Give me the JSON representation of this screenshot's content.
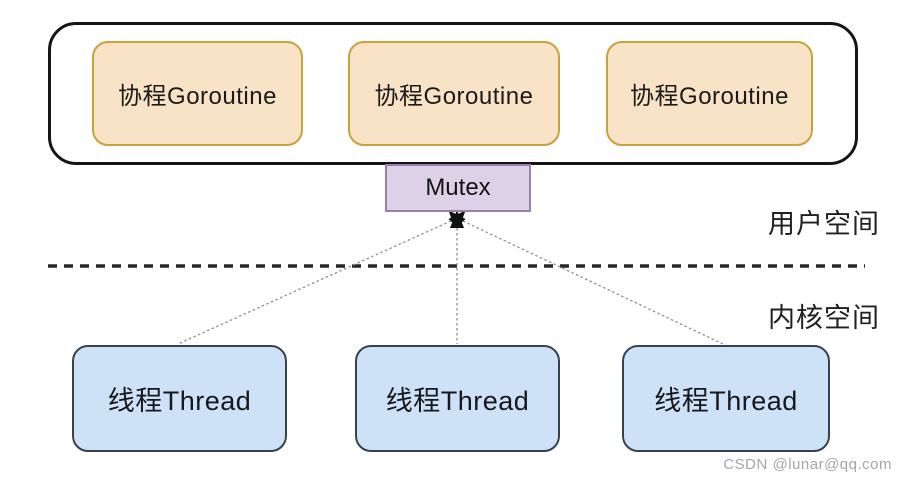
{
  "diagram": {
    "goroutines": [
      "协程Goroutine",
      "协程Goroutine",
      "协程Goroutine"
    ],
    "mutex": {
      "label": "Mutex"
    },
    "threads": [
      "线程Thread",
      "线程Thread",
      "线程Thread"
    ],
    "labels": {
      "user_space": "用户空间",
      "kernel_space": "内核空间"
    },
    "watermark": "CSDN @lunar@qq.com",
    "colors": {
      "goroutine_fill": "#f8e3c7",
      "goroutine_border": "#c8a23b",
      "mutex_fill": "#dcd1e6",
      "mutex_border": "#9482ab",
      "thread_fill": "#cde2f7",
      "thread_border": "#39424c",
      "container_border": "#161616",
      "connector_line": "#8f8f8f",
      "divider_dash": "#262626",
      "arrowhead": "#111111",
      "watermark_text": "#a6a6a6"
    }
  }
}
